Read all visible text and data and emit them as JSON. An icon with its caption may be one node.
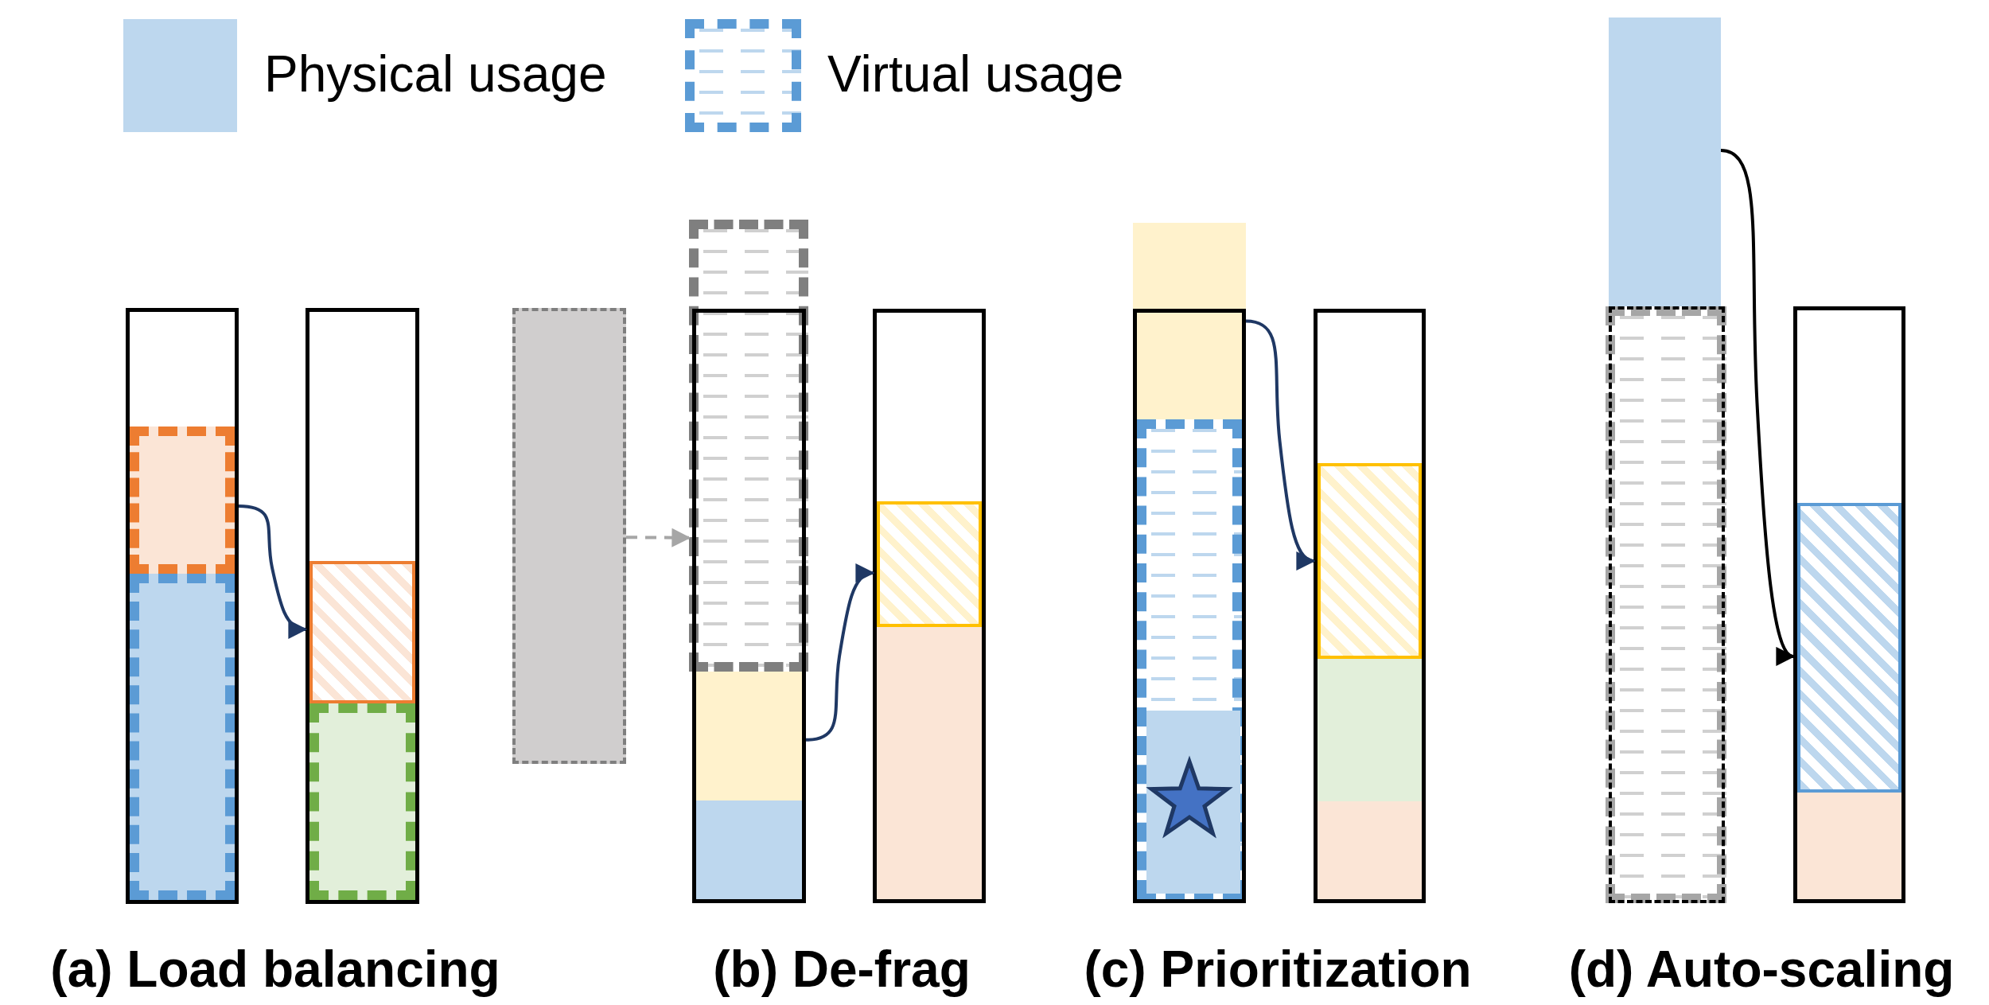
{
  "diagram": {
    "nodes": [
      {
        "text": [],
        "shape": "bar"
      },
      {
        "text": [],
        "shape": "box",
        "in": 0
      },
      {
        "text": [],
        "shape": "box",
        "in": 0
      },
      {
        "text": [],
        "shape": "bar"
      },
      {
        "text": [],
        "shape": "box",
        "in": 3
      },
      {
        "text": [],
        "shape": "box",
        "in": 3
      },
      {
        "text": [],
        "shape": "box"
      },
      {
        "text": [],
        "shape": "box"
      },
      {
        "text": [],
        "shape": "bar"
      },
      {
        "text": [],
        "shape": "box",
        "in": 8
      },
      {
        "text": [],
        "shape": "box",
        "in": 8
      },
      {
        "text": [],
        "shape": "bar"
      },
      {
        "text": [],
        "shape": "box",
        "in": 11
      },
      {
        "text": [],
        "shape": "box",
        "in": 11
      },
      {
        "text": [],
        "shape": "box"
      },
      {
        "text": [],
        "shape": "bar"
      },
      {
        "text": [],
        "shape": "box",
        "in": 15
      },
      {
        "text": [],
        "shape": "box",
        "in": 16
      },
      {
        "text": [],
        "shape": "bar"
      },
      {
        "text": [],
        "shape": "box",
        "in": 18
      },
      {
        "text": [],
        "shape": "box",
        "in": 18
      },
      {
        "text": [],
        "shape": "box",
        "in": 18
      },
      {
        "text": [],
        "shape": "box"
      },
      {
        "text": [],
        "shape": "box"
      },
      {
        "text": [],
        "shape": "bar"
      },
      {
        "text": [],
        "shape": "bar"
      },
      {
        "text": [],
        "shape": "box",
        "in": 25
      },
      {
        "text": [],
        "shape": "box",
        "in": 25
      }
    ],
    "edges": [
      {
        "from": 1,
        "to": 4,
        "arrow": "to"
      },
      {
        "from": 6,
        "to": 7,
        "arrow": "to",
        "style": "dashed",
        "color": "#a6a6a6"
      },
      {
        "from": 9,
        "to": 12,
        "arrow": "to"
      },
      {
        "from": 14,
        "to": 19,
        "arrow": "to"
      },
      {
        "from": 22,
        "to": 26,
        "arrow": "to",
        "color": "#000000"
      }
    ],
    "labels": [
      "(a) Load balancing",
      "(b) De-frag",
      "(c) Prioritization",
      "(d) Auto-scaling"
    ],
    "legend": [
      {
        "text": "Physical usage",
        "color": "#bdd7ee"
      },
      {
        "text": "Virtual usage"
      }
    ]
  }
}
